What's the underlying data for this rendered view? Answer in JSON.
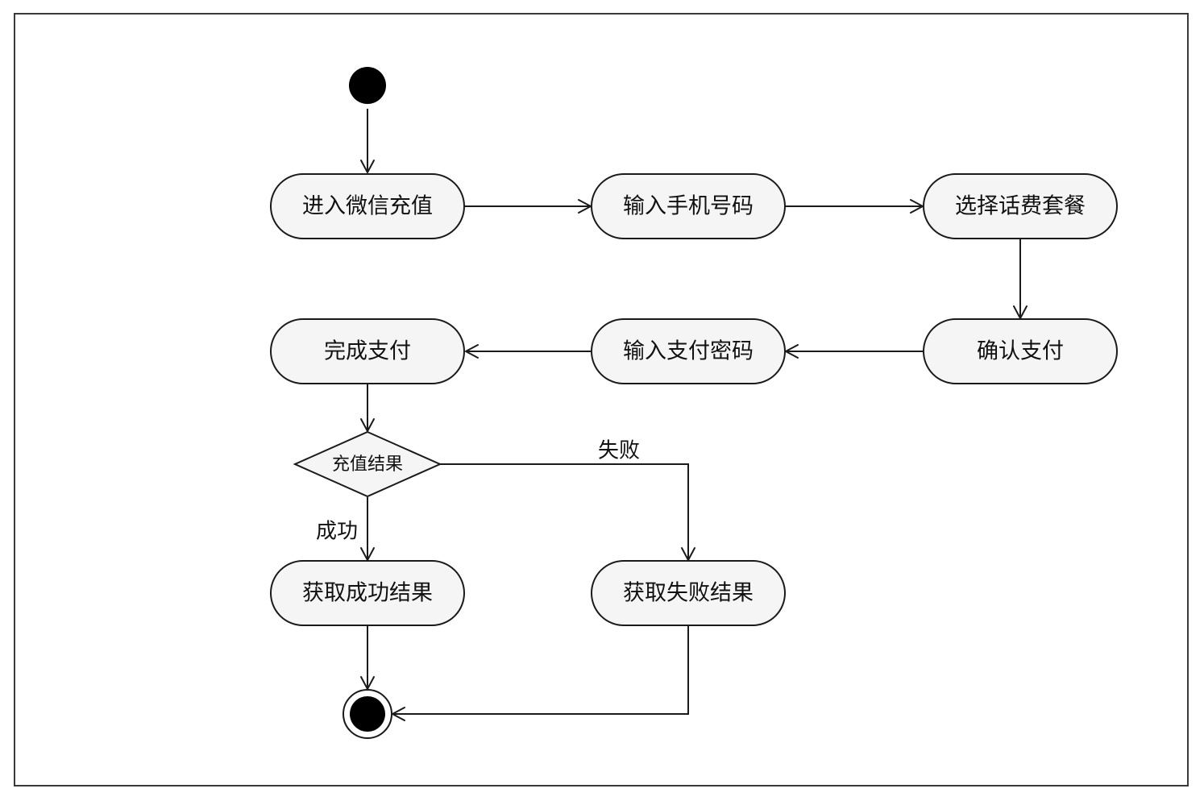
{
  "diagram": {
    "nodes": {
      "enter_wechat": "进入微信充值",
      "input_phone": "输入手机号码",
      "choose_plan": "选择话费套餐",
      "confirm_pay": "确认支付",
      "input_password": "输入支付密码",
      "complete_pay": "完成支付",
      "result_decision": "充值结果",
      "success_result": "获取成功结果",
      "fail_result": "获取失败结果"
    },
    "edge_labels": {
      "fail": "失败",
      "success": "成功"
    }
  },
  "colors": {
    "node_fill": "#f5f5f5",
    "stroke": "#1a1a1a",
    "start_end": "#000000"
  }
}
